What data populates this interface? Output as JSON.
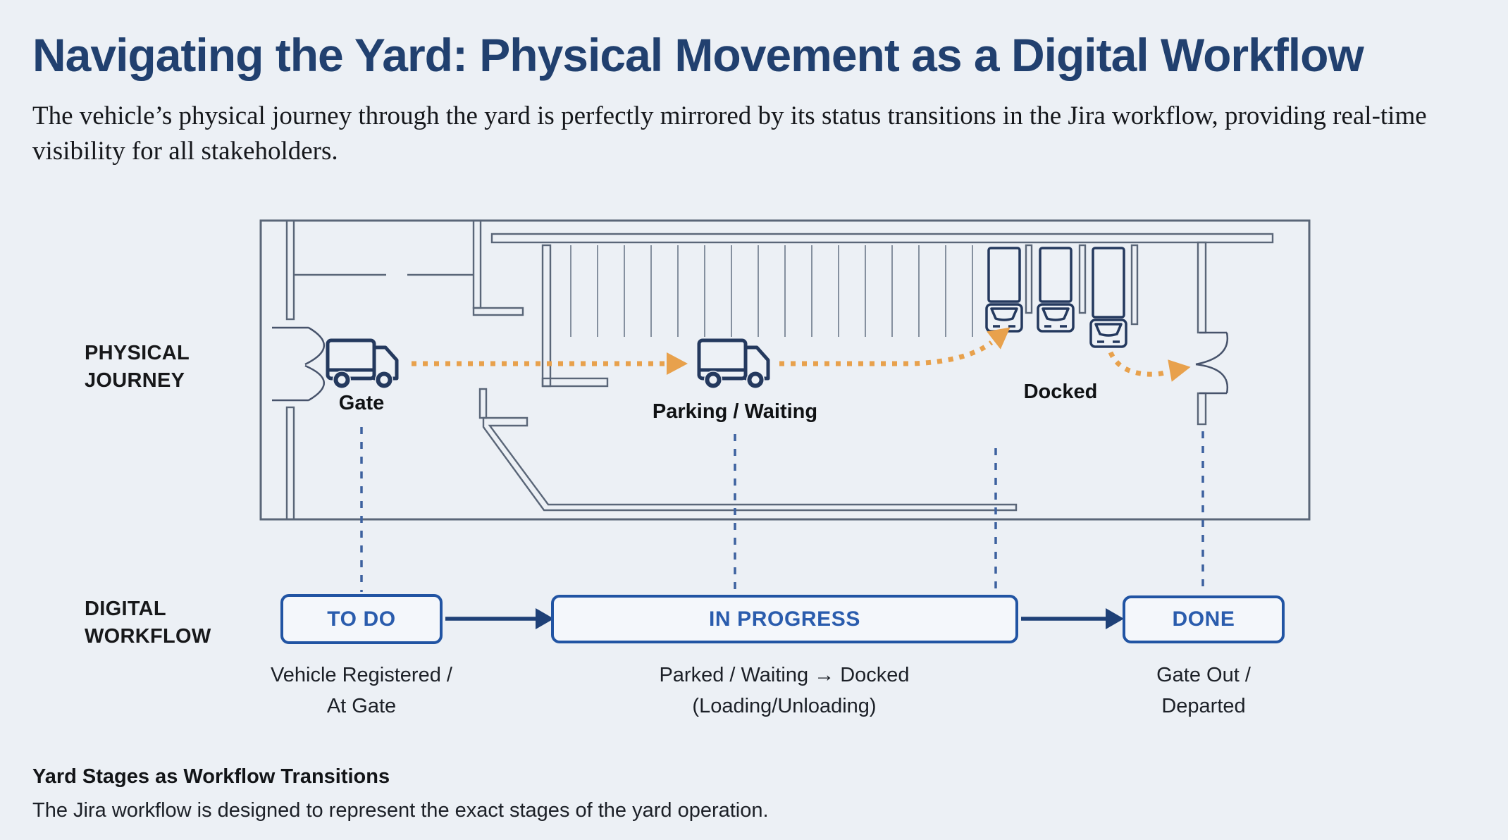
{
  "header": {
    "title": "Navigating the Yard: Physical Movement as a Digital Workflow",
    "subtitle": "The vehicle’s physical journey through the yard is perfectly mirrored by its status transitions in the Jira workflow, providing real-time visibility for all stakeholders."
  },
  "physical_journey": {
    "label_lines": [
      "PHYSICAL",
      "JOURNEY"
    ],
    "stages": [
      {
        "label": "Gate"
      },
      {
        "label": "Parking / Waiting"
      },
      {
        "label": "Docked"
      }
    ]
  },
  "digital_workflow": {
    "label_lines": [
      "DIGITAL",
      "WORKFLOW"
    ],
    "statuses": [
      {
        "label": "TO DO",
        "description_lines": [
          "Vehicle Registered /",
          "At Gate"
        ]
      },
      {
        "label": "IN PROGRESS",
        "description_lines": [
          "Parked / Waiting → Docked",
          "(Loading/Unloading)"
        ]
      },
      {
        "label": "DONE",
        "description_lines": [
          "Gate Out /",
          "Departed"
        ]
      }
    ]
  },
  "footer": {
    "heading": "Yard Stages as Workflow Transitions",
    "body": "The Jira workflow is designed to represent the exact stages of the yard operation."
  },
  "colors": {
    "accent_orange": "#E8A14C",
    "truck_navy": "#24395E",
    "workflow_border_blue": "#2154A3",
    "workflow_text_blue": "#2A5CAD",
    "title_navy": "#21406F",
    "wall_gray": "#5A6678",
    "connector_blue": "#3C619F"
  }
}
